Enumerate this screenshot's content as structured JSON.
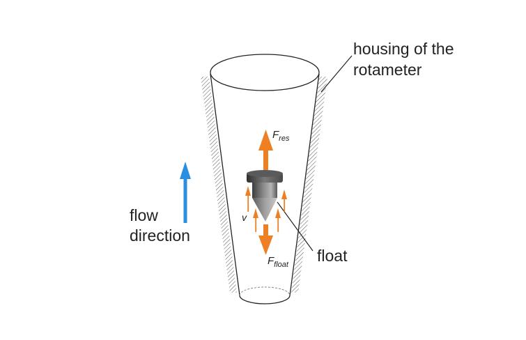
{
  "labels": {
    "housing_line1": "housing of the",
    "housing_line2": "rotameter",
    "flow_line1": "flow",
    "flow_line2": "direction",
    "float": "float",
    "force_res_main": "F",
    "force_res_sub": "res",
    "force_float_main": "F",
    "force_float_sub": "float",
    "velocity": "v"
  },
  "colors": {
    "force_arrow": "#ee7f22",
    "flow_arrow": "#2a8fe0",
    "outline": "#222222",
    "float_body": "#6f6f6f"
  }
}
